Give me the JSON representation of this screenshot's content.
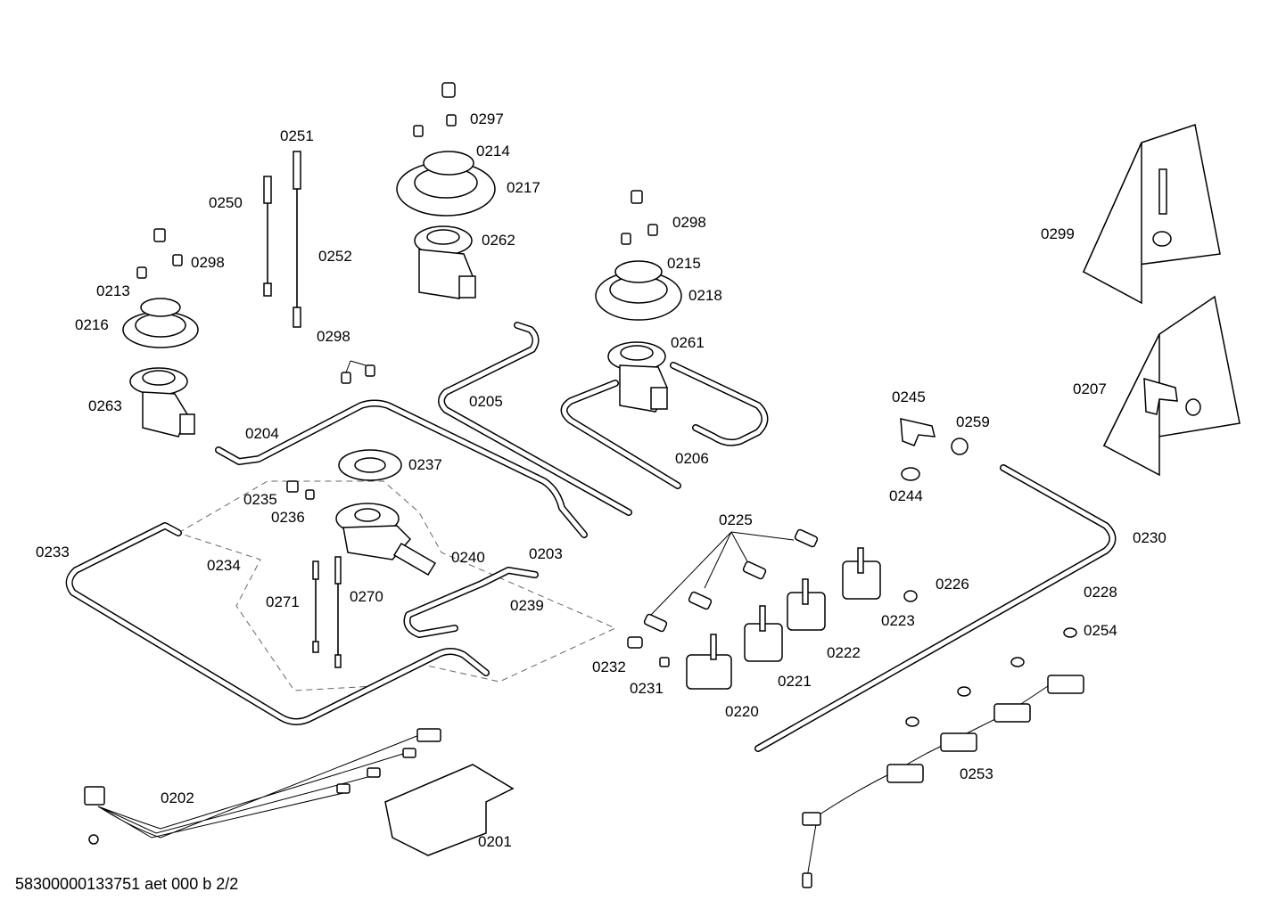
{
  "footer": {
    "document_id": "58300000133751 aet 000 b 2/2"
  },
  "labels": {
    "p0297": "0297",
    "p0214": "0214",
    "p0217": "0217",
    "p0251": "0251",
    "p0250": "0250",
    "p0252": "0252",
    "p0262": "0262",
    "p0298a": "0298",
    "p0298b": "0298",
    "p0298c": "0298",
    "p0213": "0213",
    "p0216": "0216",
    "p0215": "0215",
    "p0218": "0218",
    "p0261": "0261",
    "p0263": "0263",
    "p0204": "0204",
    "p0205": "0205",
    "p0206": "0206",
    "p0237": "0237",
    "p0235": "0235",
    "p0236": "0236",
    "p0233": "0233",
    "p0234": "0234",
    "p0271": "0271",
    "p0270": "0270",
    "p0240": "0240",
    "p0203": "0203",
    "p0239": "0239",
    "p0225": "0225",
    "p0232": "0232",
    "p0231": "0231",
    "p0220": "0220",
    "p0221": "0221",
    "p0222": "0222",
    "p0223": "0223",
    "p0226": "0226",
    "p0245": "0245",
    "p0259": "0259",
    "p0244": "0244",
    "p0230": "0230",
    "p0228": "0228",
    "p0254": "0254",
    "p0253": "0253",
    "p0299": "0299",
    "p0207": "0207",
    "p0202": "0202",
    "p0201": "0201"
  }
}
